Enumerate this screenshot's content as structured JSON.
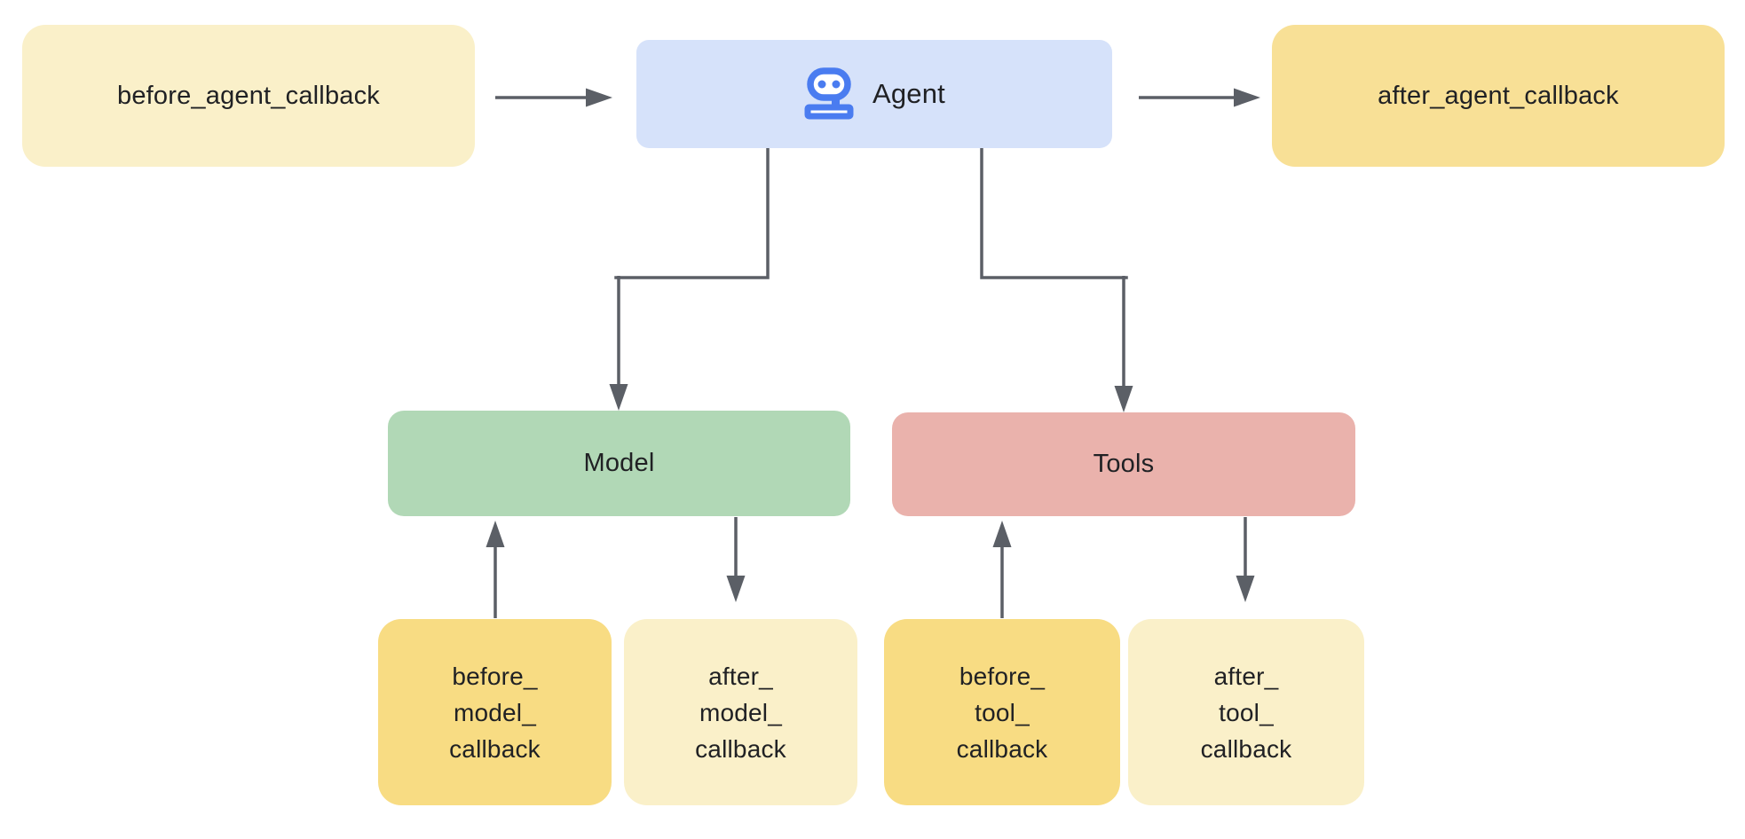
{
  "diagram": {
    "description": "Agent callbacks flow diagram",
    "colors": {
      "pale_yellow": "#FAF0C9",
      "medium_yellow": "#F8E096",
      "dark_yellow": "#F8DC83",
      "agent_blue": "#D6E2FA",
      "model_green": "#B1D8B6",
      "tools_pink": "#EAB2AC",
      "icon_blue": "#4A7CF0",
      "arrow_gray": "#5B5F66",
      "text_dark": "#202124"
    },
    "nodes": {
      "before_agent": {
        "label": "before_agent_callback",
        "fill": "#FAF0C9"
      },
      "agent": {
        "label": "Agent",
        "icon": "robot-icon",
        "fill": "#D6E2FA"
      },
      "after_agent": {
        "label": "after_agent_callback",
        "fill": "#F8E096"
      },
      "model": {
        "label": "Model",
        "fill": "#B1D8B6"
      },
      "tools": {
        "label": "Tools",
        "fill": "#EAB2AC"
      },
      "before_model": {
        "lines": [
          "before_",
          "model_",
          "callback"
        ],
        "fill": "#F8DC83"
      },
      "after_model": {
        "lines": [
          "after_",
          "model_",
          "callback"
        ],
        "fill": "#FAF0C9"
      },
      "before_tool": {
        "lines": [
          "before_",
          "tool_",
          "callback"
        ],
        "fill": "#F8DC83"
      },
      "after_tool": {
        "lines": [
          "after_",
          "tool_",
          "callback"
        ],
        "fill": "#FAF0C9"
      }
    },
    "edges": [
      {
        "from": "before_agent",
        "to": "agent"
      },
      {
        "from": "agent",
        "to": "after_agent"
      },
      {
        "from": "agent",
        "to": "model"
      },
      {
        "from": "agent",
        "to": "tools"
      },
      {
        "from": "before_model",
        "to": "model"
      },
      {
        "from": "model",
        "to": "after_model"
      },
      {
        "from": "before_tool",
        "to": "tools"
      },
      {
        "from": "tools",
        "to": "after_tool"
      }
    ]
  }
}
